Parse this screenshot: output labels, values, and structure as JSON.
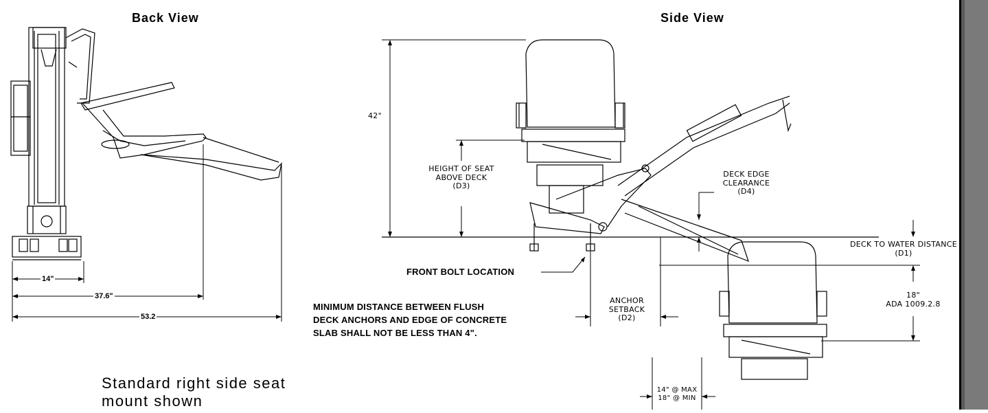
{
  "titles": {
    "back_view": "Back View",
    "side_view": "Side View"
  },
  "back_view": {
    "dim_base": "14\"",
    "dim_mid": "37.6\"",
    "dim_total": "53.2"
  },
  "side_view": {
    "dim_height": "42\"",
    "d3_label": [
      "HEIGHT OF SEAT",
      "ABOVE DECK",
      "(D3)"
    ],
    "d4_label": [
      "DECK EDGE",
      "CLEARANCE",
      "(D4)"
    ],
    "d1_label": [
      "DECK TO WATER DISTANCE",
      "(D1)"
    ],
    "d1_value": [
      "18\"",
      "ADA 1009.2.8"
    ],
    "front_bolt": "FRONT BOLT LOCATION",
    "anchor_note": [
      "MINIMUM DISTANCE BETWEEN FLUSH",
      "DECK ANCHORS AND EDGE OF CONCRETE",
      "SLAB SHALL NOT BE LESS THAN 4\"."
    ],
    "d2_label": [
      "ANCHOR",
      "SETBACK",
      "(D2)"
    ],
    "reach": [
      "14\" @ MAX",
      "18\" @ MIN"
    ]
  },
  "caption": [
    "Standard right side seat",
    "mount shown"
  ],
  "colors": {
    "line": "#000000",
    "sidebar": "#7a7a7a"
  }
}
